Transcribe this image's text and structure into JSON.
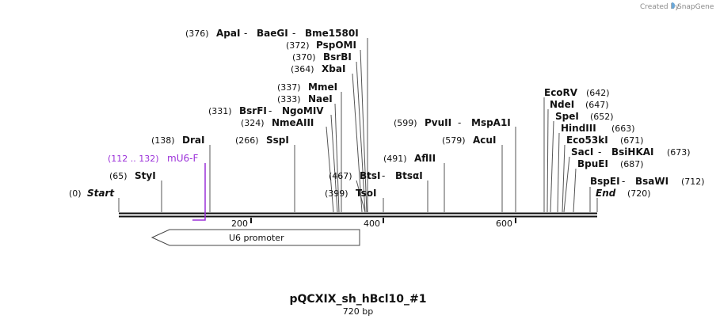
{
  "watermark": {
    "prefix": "Created by",
    "brand": "SnapGene"
  },
  "map": {
    "name": "pQCXIX_sh_hBcl10_#1",
    "length": "720 bp",
    "axis_ticks": [
      "200",
      "400",
      "600"
    ],
    "start_label": {
      "pos": "(0)",
      "name": "Start"
    },
    "end_label": {
      "name": "End",
      "pos": "(720)"
    },
    "feature": {
      "label": "U6 promoter"
    },
    "primer": {
      "range": "(112 .. 132)",
      "name": "mU6-F"
    }
  },
  "sites": [
    {
      "pos": "(376)",
      "name1": "ApaI",
      "sep": " - ",
      "name2": "BaeGI",
      "sep2": " - ",
      "name3": "Bme1580I"
    },
    {
      "pos": "(372)",
      "name1": "PspOMI"
    },
    {
      "pos": "(370)",
      "name1": "BsrBI"
    },
    {
      "pos": "(364)",
      "name1": "XbaI"
    },
    {
      "pos": "(337)",
      "name1": "MmeI"
    },
    {
      "pos": "(333)",
      "name1": "NaeI"
    },
    {
      "pos": "(331)",
      "name1": "BsrFI",
      "sep": " - ",
      "name2": "NgoMIV"
    },
    {
      "pos": "(324)",
      "name1": "NmeAIII"
    },
    {
      "pos": "(266)",
      "name1": "SspI"
    },
    {
      "pos": "(138)",
      "name1": "DraI"
    },
    {
      "pos": "(65)",
      "name1": "StyI"
    },
    {
      "pos": "(467)",
      "name1": "BtsI",
      "sep": " - ",
      "name2": "BtsαI"
    },
    {
      "pos": "(399)",
      "name1": "TsoI"
    },
    {
      "pos": "(599)",
      "name1": "PvuII",
      "sep": " - ",
      "name2": "MspA1I"
    },
    {
      "pos": "(579)",
      "name1": "AcuI"
    },
    {
      "pos": "(491)",
      "name1": "AflII"
    },
    {
      "pos": "(642)",
      "name1": "EcoRV"
    },
    {
      "pos": "(647)",
      "name1": "NdeI"
    },
    {
      "pos": "(652)",
      "name1": "SpeI"
    },
    {
      "pos": "(663)",
      "name1": "HindIII"
    },
    {
      "pos": "(671)",
      "name1": "Eco53kI"
    },
    {
      "pos": "(673)",
      "name1": "SacI",
      "sep": " - ",
      "name2": "BsiHKAI"
    },
    {
      "pos": "(687)",
      "name1": "BpuEI"
    },
    {
      "pos": "(712)",
      "name1": "BspEI",
      "sep": " - ",
      "name2": "BsaWI"
    }
  ]
}
